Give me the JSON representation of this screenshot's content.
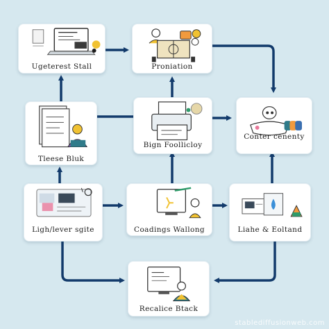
{
  "colors": {
    "background": "#d6e8ef",
    "arrow": "#123a6b",
    "node_fill": "#ffffff",
    "accent_yellow": "#f1c232",
    "accent_teal": "#2f7b8a",
    "accent_pink": "#e9789a",
    "accent_orange": "#f19a3e"
  },
  "nodes": {
    "ugeterest": {
      "label": "Ugeterest Stall",
      "icon": "laptop-icon"
    },
    "proniation": {
      "label": "Proniation",
      "icon": "workstation-icon"
    },
    "teese": {
      "label": "Tleese Bluk",
      "icon": "document-reader-icon"
    },
    "bign": {
      "label": "Bign Foollicloy",
      "icon": "printer-icon"
    },
    "conter": {
      "label": "Conter cenenty",
      "icon": "robot-tools-icon"
    },
    "lighlever": {
      "label": "Ligh/lever sgite",
      "icon": "dashboard-icon"
    },
    "coadings": {
      "label": "Coadings Wallong",
      "icon": "monitor-person-icon"
    },
    "liahe": {
      "label": "Liahe & Eoltand",
      "icon": "lab-screen-icon"
    },
    "recalice": {
      "label": "Recalice Btack",
      "icon": "monitor-person-icon"
    }
  },
  "watermark": "stablediffusionweb.com"
}
